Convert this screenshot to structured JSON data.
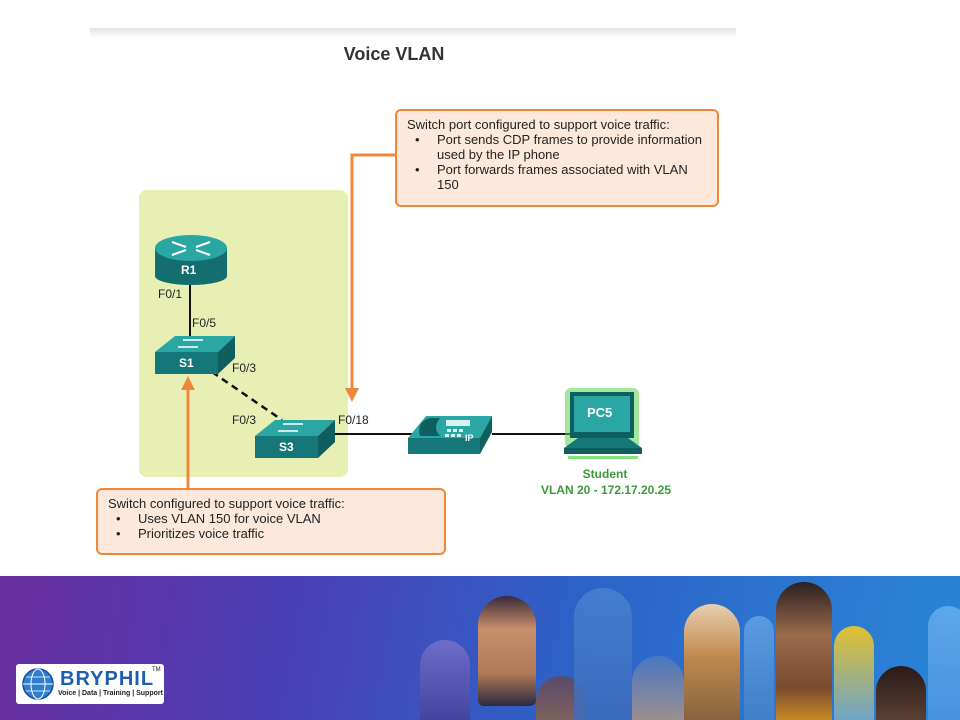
{
  "title": "Voice VLAN",
  "callout_port": {
    "heading": "Switch port configured to support voice traffic:",
    "bullets": [
      "Port sends CDP frames to provide information used by the IP phone",
      "Port forwards frames associated with VLAN 150"
    ]
  },
  "callout_switch": {
    "heading": "Switch configured to support voice traffic:",
    "bullets": [
      "Uses VLAN 150 for voice VLAN",
      "Prioritizes voice traffic"
    ]
  },
  "devices": {
    "r1": "R1",
    "s1": "S1",
    "s3": "S3",
    "phone": "IP",
    "pc": "PC5",
    "pc_name": "Student",
    "pc_info": "VLAN 20 - 172.17.20.25"
  },
  "ports": {
    "r1_f01": "F0/1",
    "s1_f05": "F0/5",
    "s1_f03": "F0/3",
    "s3_f03": "F0/3",
    "s3_f018": "F0/18"
  },
  "logo": {
    "name": "BRYPHIL",
    "tm": "TM",
    "tagline": "Voice | Data | Training | Support"
  },
  "colors": {
    "accent_orange": "#f0883a",
    "callout_fill": "#fde9db",
    "zone_fill": "#e7efb4",
    "device_teal": "#1a8e8c",
    "pc_glow": "#56d34a",
    "label_green": "#3a9b3a"
  }
}
